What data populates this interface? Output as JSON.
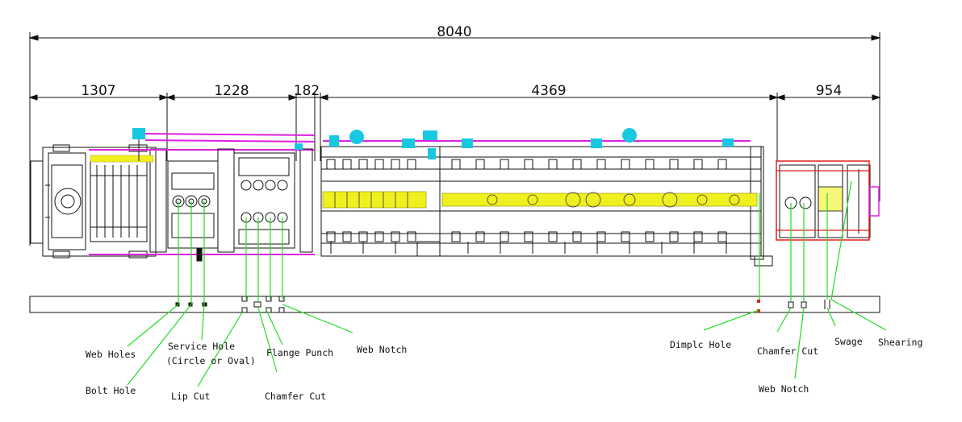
{
  "dimensions": {
    "overall": "8040",
    "sections": [
      "1307",
      "1228",
      "182",
      "4369",
      "954"
    ]
  },
  "labels": {
    "web_holes": "Web Holes",
    "bolt_hole": "Bolt Hole",
    "service_hole_line1": "Service Hole",
    "service_hole_line2": "(Circle or Oval)",
    "lip_cut": "Lip Cut",
    "flange_punch": "Flange Punch",
    "chamfer_cut_left": "Chamfer Cut",
    "web_notch_left": "Web Notch",
    "dimple_hole": "Dimplc Hole",
    "chamfer_cut_right": "Chamfer Cut",
    "web_notch_right": "Web Notch",
    "swage": "Swage",
    "shearing": "Shearing"
  },
  "colors": {
    "line": "#111111",
    "leader": "#22dd22",
    "magenta": "#e020e0",
    "cyan": "#18c8e0",
    "yellow": "#f0f020",
    "red": "#e02020"
  }
}
